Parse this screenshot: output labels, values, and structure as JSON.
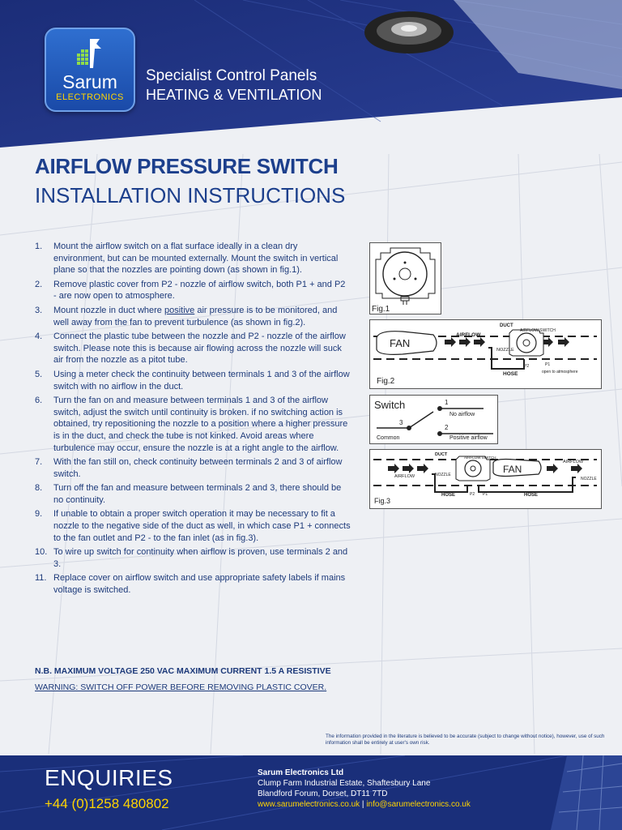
{
  "header": {
    "logo_name": "Sarum",
    "logo_sub": "ELECTRONICS",
    "tagline_1": "Specialist Control Panels",
    "tagline_2": "HEATING & VENTILATION"
  },
  "title": "AIRFLOW PRESSURE SWITCH",
  "subtitle": "INSTALLATION INSTRUCTIONS",
  "steps": [
    {
      "num": "1.",
      "text": "Mount the airflow switch on a flat surface ideally in a clean dry environment, but can be mounted externally. Mount the switch in vertical plane so that the nozzles are pointing down (as shown in fig.1)."
    },
    {
      "num": "2.",
      "text": "Remove plastic cover from P2 - nozzle of airflow switch, both P1 + and P2 - are now open to atmosphere."
    },
    {
      "num": "3.",
      "text_a": "Mount nozzle in duct where ",
      "text_u": "positive",
      "text_b": " air pressure is to be monitored, and well away from the fan to prevent turbulence (as shown in fig.2)."
    },
    {
      "num": "4.",
      "text": "Connect the plastic tube between the nozzle and P2 - nozzle of the airflow switch. Please note this is because air flowing across the nozzle will suck air from the nozzle as a pitot tube."
    },
    {
      "num": "5.",
      "text": "Using a meter check the continuity between terminals 1 and 3 of the airflow switch with no airflow in the duct."
    },
    {
      "num": "6.",
      "text": "Turn the fan on and measure between terminals 1 and 3 of the airflow switch, adjust the switch until continuity is broken. if no switching action is obtained, try repositioning the nozzle to a position where a higher pressure is in the duct, and check the tube is not kinked. Avoid areas where turbulence may occur, ensure the nozzle is at a right angle to the airflow."
    },
    {
      "num": "7.",
      "text": "With the fan still on, check continuity between terminals 2 and 3 of airflow switch."
    },
    {
      "num": "8.",
      "text": "Turn off the fan and measure between terminals 2 and 3, there should be no continuity."
    },
    {
      "num": "9.",
      "text": "If unable to obtain a proper switch operation it may be necessary to fit a nozzle to the negative side of the duct as well, in which case P1 + connects to the fan outlet and P2 - to the fan inlet (as in fig.3)."
    },
    {
      "num": "10.",
      "text": "To wire up switch for continuity when airflow is proven, use terminals 2 and 3."
    },
    {
      "num": "11.",
      "text": "Replace cover on airflow switch and use appropriate safety labels if mains voltage is switched."
    }
  ],
  "nb": "N.B. MAXIMUM VOLTAGE 250 VAC MAXIMUM CURRENT 1.5 A RESISTIVE",
  "warning": "WARNING: SWITCH OFF POWER BEFORE REMOVING PLASTIC COVER.",
  "figures": {
    "fig1": {
      "label": "Fig.1"
    },
    "fig2": {
      "label": "Fig.2",
      "fan": "FAN",
      "duct": "DUCT",
      "airflow": "AIRFLOW",
      "switch": "AIRFLOW SWITCH",
      "nozzle": "NOZZLE",
      "hose": "HOSE",
      "p1": "P1",
      "p2": "P2",
      "open": "open to atmosphere"
    },
    "fig_switch": {
      "label": "Switch",
      "t1": "1",
      "t2": "2",
      "t3": "3",
      "no_airflow": "No airflow",
      "positive_airflow": "Positive airflow",
      "common": "Common"
    },
    "fig3": {
      "label": "Fig.3",
      "fan": "FAN",
      "duct": "DUCT",
      "airflow_l": "AIRFLOW",
      "airflow_r": "AIRFLOW",
      "switch": "AIRFLOW SWITCH",
      "nozzle_l": "NOZZLE",
      "nozzle_r": "NOZZLE",
      "hose_l": "HOSE",
      "hose_r": "HOSE",
      "p1": "P1",
      "p2": "P2"
    }
  },
  "disclaimer": "The information provided in the literature is believed to be accurate (subject to change without notice), however, use of such information shall be entirely at user's own risk.",
  "footer": {
    "enquiries": "ENQUIRIES",
    "phone": "+44 (0)1258 480802",
    "company": "Sarum Electronics Ltd",
    "address_1": "Clump Farm Industrial Estate, Shaftesbury Lane",
    "address_2": "Blandford Forum, Dorset, DT11 7TD",
    "website": "www.sarumelectronics.co.uk",
    "separator": " | ",
    "email": "info@sarumelectronics.co.uk"
  },
  "colors": {
    "navy": "#1a2f7a",
    "accent_yellow": "#ffd400",
    "text_blue": "#1d3a7a"
  }
}
